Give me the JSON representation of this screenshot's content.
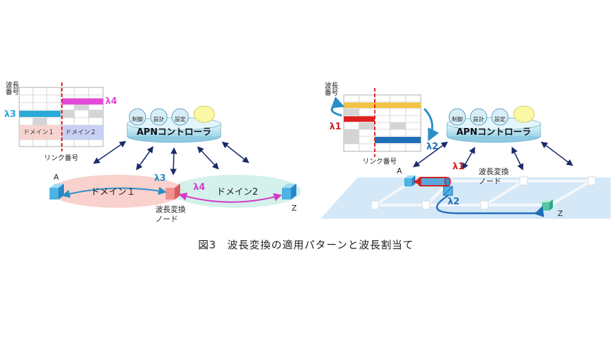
{
  "left": {
    "axis_wavelength": "波長\n番号",
    "axis_wavelength_line1": "波長",
    "axis_wavelength_line2": "番号",
    "axis_link": "リンク番号",
    "lambda3": "λ3",
    "lambda4": "λ4",
    "table_domain1": "ドメイン１",
    "table_domain2": "ドメイン２",
    "controller": {
      "title": "APNコントローラ",
      "bubbles": [
        "制御",
        "設計",
        "設定"
      ]
    },
    "network": {
      "node_a": "A",
      "node_z": "Z",
      "domain1": "ドメイン１",
      "domain2": "ドメイン2",
      "lambda3": "λ3",
      "lambda4": "λ4",
      "converter_line1": "波長変換",
      "converter_line2": "ノード"
    }
  },
  "right": {
    "axis_wavelength_line1": "波長",
    "axis_wavelength_line2": "番号",
    "axis_link": "リンク番号",
    "lambda1": "λ1",
    "lambda2": "λ2",
    "controller": {
      "title": "APNコントローラ",
      "bubbles": [
        "制御",
        "設計",
        "設定"
      ]
    },
    "network": {
      "node_a": "A",
      "node_z": "Z",
      "lambda1": "λ1",
      "lambda2": "λ2",
      "converter_line1": "波長変換",
      "converter_line2": "ノード"
    }
  },
  "caption": "図3　波長変換の適用パターンと波長割当て",
  "colors": {
    "lambda3": "#2aa9d8",
    "lambda4": "#e44ad8",
    "lambda1": "#e02020",
    "lambda2": "#1f6fb8",
    "controller": "#bfe7f3",
    "domain1": "#f8c9c4",
    "domain2": "#cdeee7",
    "plane": "#cfe6f7"
  }
}
